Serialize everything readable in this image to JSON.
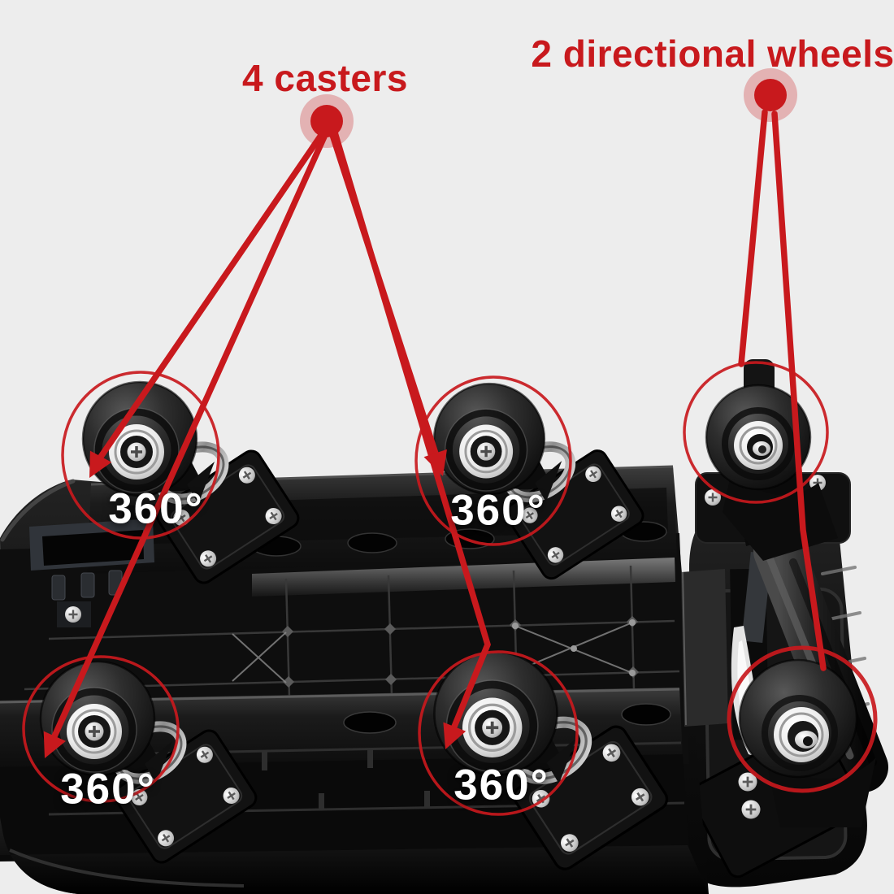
{
  "callouts": {
    "casters_label": "4 casters",
    "directional_label": "2 directional wheels"
  },
  "rotation_labels": [
    "360°",
    "360°",
    "360°",
    "360°"
  ],
  "colors": {
    "background": "#ededed",
    "annotation_red": "#c8191d",
    "rotation_text": "#ffffff"
  }
}
